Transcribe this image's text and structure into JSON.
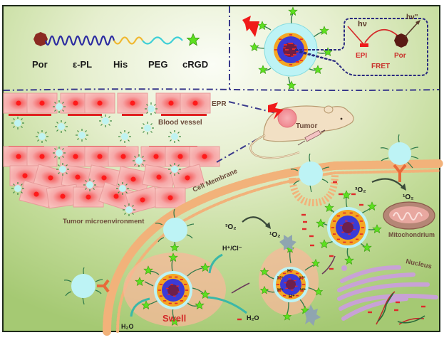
{
  "figure": {
    "title": "Por-ε-PL-His-PEG-cRGD nanoparticle tumor targeting and PDT schematic",
    "colors": {
      "background_edge": "#a9cc7a",
      "background_center": "#f4f8ea",
      "frame": "#1e2a1a",
      "divider": "#3a3a8c",
      "por": "#8b2a22",
      "epl": "#2a2aa0",
      "his": "#f0b830",
      "peg": "#3ccfd6",
      "crgd": "#5de020",
      "np_shell": "#bdf3f5",
      "np_orange": "#f5a623",
      "np_core": "#3b3bd6",
      "np_inner": "#7a1a2a",
      "tumor_cell": "#f4a6a6",
      "membrane": "#f2b27a",
      "mitochondrion": "#b58676",
      "nucleus": "#c8a2d6",
      "receptor": "#e86a3a"
    }
  },
  "polymer_legend": {
    "segments": [
      {
        "label": "Por"
      },
      {
        "label": "ε-PL"
      },
      {
        "label": "His"
      },
      {
        "label": "PEG"
      },
      {
        "label": "cRGD"
      }
    ]
  },
  "fret_panel": {
    "hv_in": "hν",
    "hv_out": "hν''",
    "donor": "EPI",
    "acceptor": "Por",
    "process": "FRET"
  },
  "epr_panel": {
    "epr_label": "EPR",
    "blood_vessel_label": "Blood vessel",
    "tumor_microenvironment_label": "Tumor microenvironment",
    "tumor_label": "Tumor"
  },
  "cell_panel": {
    "cell_membrane_label": "Cell Membrane",
    "mitochondrion_label": "Mitochondrium",
    "nucleus_label": "Nucleus",
    "swell_label": "Swell",
    "h2o_label_1": "H₂O",
    "h2o_label_2": "H₂O",
    "hcl_label": "H⁺/Cl⁻",
    "triplet_o2_1": "³O₂",
    "singlet_o2_1": "¹O₂",
    "triplet_o2_2": "³O₂",
    "singlet_o2_2": "¹O₂",
    "proton": "H⁺"
  }
}
